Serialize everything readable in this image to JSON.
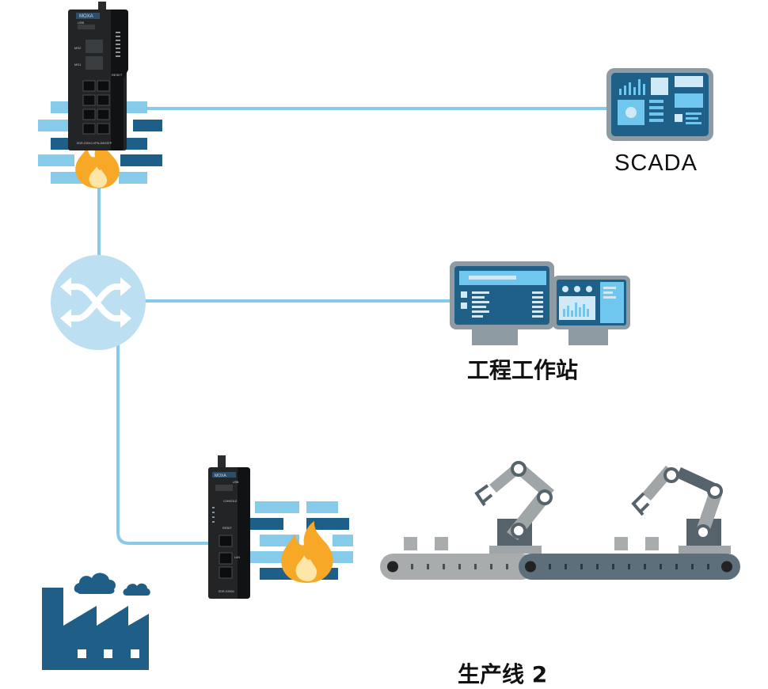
{
  "labels": {
    "scada": "SCADA",
    "engineering_station": "工程工作站",
    "production_line": "生产线 2"
  },
  "device_text": {
    "top_brand": "MOXA",
    "top_port_usb": "USB",
    "top_port_ms2": "MS2",
    "top_port_ms1": "MS1",
    "top_reset": "RESET",
    "top_model": "EDR-G9010-VPN-2MGSFP",
    "bottom_brand": "MOXA",
    "bottom_usb": "USB",
    "bottom_console": "CONSOLE",
    "bottom_reset": "RESET",
    "bottom_lan": "LAN",
    "bottom_model": "EDR-G9004"
  },
  "colors": {
    "link": "#86cbe9",
    "brick_light": "#86cbe9",
    "brick_dark": "#1e5f8a",
    "flame_outer": "#f7a826",
    "flame_inner": "#fde6a8",
    "switch_fill": "#bcdff1",
    "monitor_dark": "#1f6089",
    "monitor_frame": "#8e9ba3",
    "screen_light": "#6fc6ee",
    "factory": "#1f5f87",
    "conveyor_light": "#a9acad",
    "conveyor_dark": "#5c6f7a",
    "robot_grey": "#a0a5a8",
    "robot_dark": "#56636a"
  },
  "icons": [
    "firewall-icon",
    "flame-icon",
    "network-switch-icon",
    "scada-monitor-icon",
    "engineering-workstation-icon",
    "factory-icon",
    "cloud-icon",
    "robot-arm-icon",
    "conveyor-belt-icon",
    "industrial-router-icon"
  ]
}
